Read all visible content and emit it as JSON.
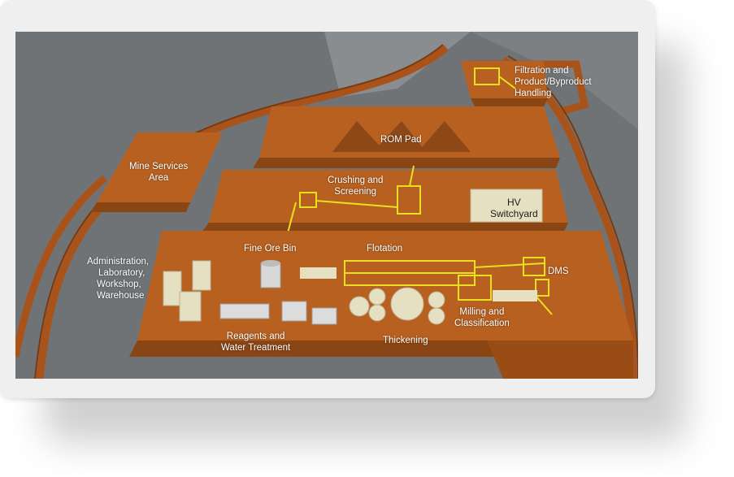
{
  "areas": {
    "filtration": [
      "Filtration and",
      "Product/Byproduct",
      "Handling"
    ],
    "rom_pad": [
      "ROM Pad"
    ],
    "mine_services": [
      "Mine Services",
      "Area"
    ],
    "crushing": [
      "Crushing and",
      "Screening"
    ],
    "hv_switchyard": [
      "HV",
      "Switchyard"
    ],
    "fine_ore_bin": [
      "Fine Ore Bin"
    ],
    "flotation": [
      "Flotation"
    ],
    "dms": [
      "DMS"
    ],
    "admin": [
      "Administration,",
      "Laboratory,",
      "Workshop,",
      "Warehouse"
    ],
    "milling": [
      "Milling and",
      "Classification"
    ],
    "reagents": [
      "Reagents and",
      "Water Treatment"
    ],
    "thickening": [
      "Thickening"
    ]
  },
  "colors": {
    "terrain": "#6f7274",
    "pad_top": "#b8601f",
    "pad_side": "#8a4514",
    "equipment": "#e8e020",
    "building": "#e6e0c2"
  }
}
